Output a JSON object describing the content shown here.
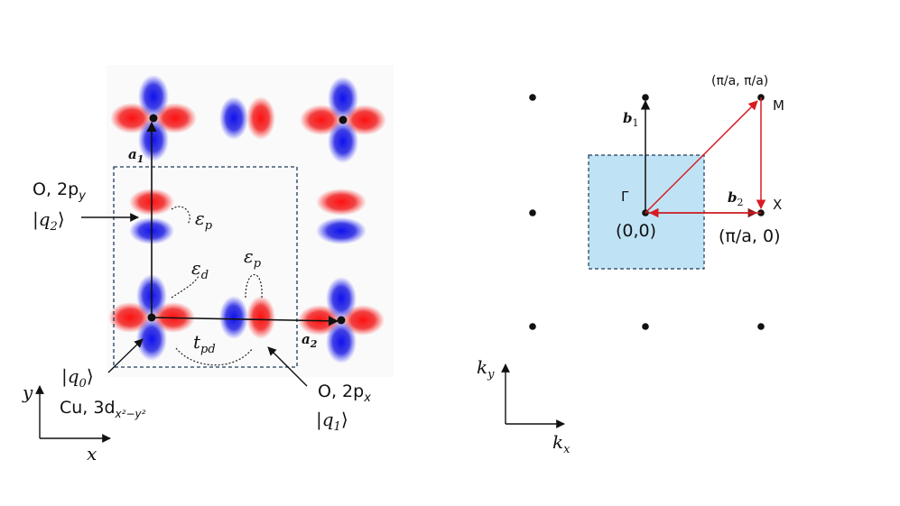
{
  "left": {
    "o_py_label": "O, 2p",
    "o_py_sub": "y",
    "q2": "|q",
    "q2_sub": "2",
    "q2_close": "⟩",
    "eps_p_1": "ε",
    "eps_p_1_sub": "p",
    "eps_d": "ε",
    "eps_d_sub": "d",
    "eps_p_2": "ε",
    "eps_p_2_sub": "p",
    "t_pd": "t",
    "t_pd_sub": "pd",
    "a1": "a",
    "a1_sub": "1",
    "a2": "a",
    "a2_sub": "2",
    "q0": "|q",
    "q0_sub": "0",
    "q0_close": "⟩",
    "cu_label": "Cu, 3d",
    "cu_sub": "x²−y²",
    "o_px_label": "O, 2p",
    "o_px_sub": "x",
    "q1": "|q",
    "q1_sub": "1",
    "q1_close": "⟩",
    "axis_x": "x",
    "axis_y": "y"
  },
  "right": {
    "b1": "b",
    "b1_sub": "1",
    "b2": "b",
    "b2_sub": "2",
    "gamma": "Γ",
    "gamma_coord": "(0,0)",
    "m": "M",
    "m_coord": "(π/a, π/a)",
    "x": "X",
    "x_coord": "(π/a, 0)",
    "axis_kx": "k",
    "axis_kx_sub": "x",
    "axis_ky": "k",
    "axis_ky_sub": "y"
  },
  "colors": {
    "orbital_red": "#e8141e",
    "orbital_blue": "#1a1ee6",
    "bz_fill": "#bfe2f5",
    "bz_stroke": "#1f3a5a",
    "path_red": "#d81b22",
    "arrow_black": "#111111"
  }
}
